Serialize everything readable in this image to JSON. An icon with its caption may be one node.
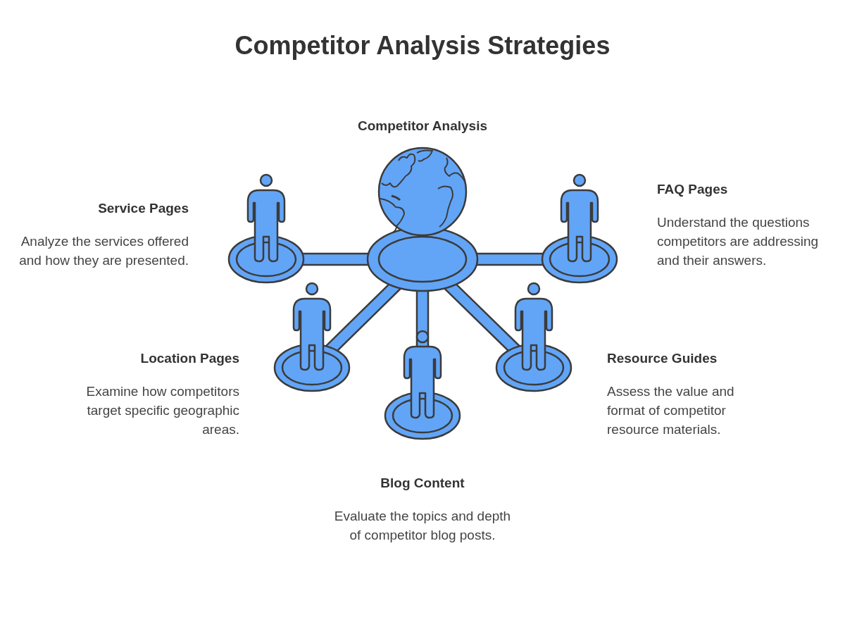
{
  "diagram": {
    "title": "Competitor Analysis Strategies",
    "nodes": [
      {
        "text": [
          "Competitor Analysis"
        ]
      },
      {
        "text": [],
        "shape": "person",
        "beside": [
          "Service Pages",
          "Analyze the services offered and how they are presented."
        ]
      },
      {
        "text": [],
        "shape": "person",
        "beside": [
          "FAQ Pages",
          "Understand the questions competitors are addressing and their answers."
        ]
      },
      {
        "text": [],
        "shape": "person",
        "beside": [
          "Location Pages",
          "Examine how competitors target specific geographic areas."
        ]
      },
      {
        "text": [],
        "shape": "person",
        "beside": [
          "Resource Guides",
          "Assess the value and format of competitor resource materials."
        ]
      },
      {
        "text": [],
        "shape": "person",
        "beside": [
          "Blog Content",
          "Evaluate the topics and depth of competitor blog posts."
        ]
      }
    ],
    "edges": [
      {
        "from": 0,
        "to": 1,
        "arrow": "none"
      },
      {
        "from": 0,
        "to": 2,
        "arrow": "none"
      },
      {
        "from": 0,
        "to": 3,
        "arrow": "none"
      },
      {
        "from": 0,
        "to": 4,
        "arrow": "none"
      },
      {
        "from": 0,
        "to": 5,
        "arrow": "none"
      }
    ]
  }
}
